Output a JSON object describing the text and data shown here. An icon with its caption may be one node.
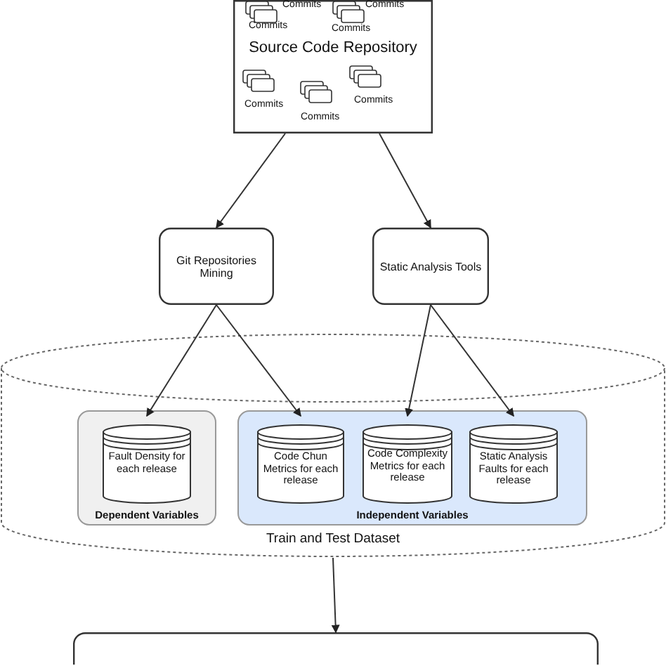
{
  "diagram": {
    "nodes": [
      {
        "text": [
          "Source Code Repository"
        ]
      },
      {
        "text": [
          "Git Repositories Mining"
        ]
      },
      {
        "text": [
          "Static Analysis Tools"
        ]
      },
      {
        "text": [
          "Train and Test Dataset"
        ]
      },
      {
        "text": [
          "Dependent Variables"
        ],
        "in": 3
      },
      {
        "text": [
          "Fault Density for each release"
        ],
        "in": 4
      },
      {
        "text": [
          "Independent Variables"
        ],
        "in": 3
      },
      {
        "text": [
          "Code Chun Metrics for each release"
        ],
        "in": 6
      },
      {
        "text": [
          "Code Complexity Metrics for each release"
        ],
        "in": 6
      },
      {
        "text": [
          "Static Analysis Faults for each release"
        ],
        "in": 6
      },
      {
        "text": [],
        "shape": "box"
      }
    ],
    "edges": [
      {
        "from": 0,
        "to": 1,
        "arrow": "to"
      },
      {
        "from": 0,
        "to": 2,
        "arrow": "to"
      },
      {
        "from": 1,
        "to": 5,
        "arrow": "to"
      },
      {
        "from": 1,
        "to": 7,
        "arrow": "to"
      },
      {
        "from": 2,
        "to": 8,
        "arrow": "to"
      },
      {
        "from": 2,
        "to": 9,
        "arrow": "to"
      },
      {
        "from": 3,
        "to": 10,
        "arrow": "to"
      }
    ],
    "labels": [
      "Commits",
      "Commits",
      "Commits",
      "Commits",
      "Commits",
      "Commits",
      "Commits"
    ]
  }
}
